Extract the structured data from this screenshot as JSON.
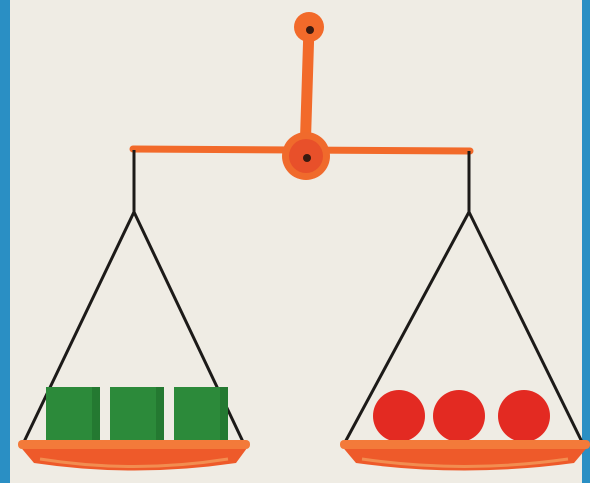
{
  "colors": {
    "background": "#efece4",
    "frame_edge": "#2a8fc4",
    "beam": "#f26a2a",
    "pivot": "#e8502a",
    "pivot_dot": "#3a1a10",
    "string": "#1c1a18",
    "pan": "#ee5a2a",
    "pan_shadow": "#f39a5a",
    "square": "#2c8a3a",
    "square_dark": "#1f6e2c",
    "ball": "#e32a22"
  },
  "scale": {
    "left_pan": {
      "items": [
        "square",
        "square",
        "square"
      ],
      "count": 3
    },
    "right_pan": {
      "items": [
        "ball",
        "ball",
        "ball"
      ],
      "count": 3
    },
    "balanced": true
  }
}
